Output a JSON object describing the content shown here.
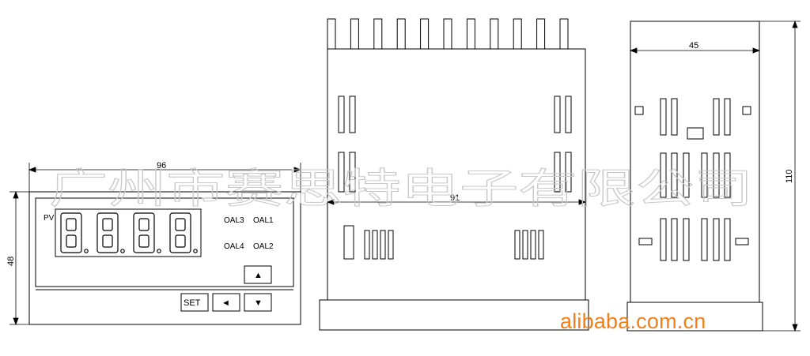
{
  "front_view": {
    "width_label": "96",
    "height_label": "48",
    "pv_label": "PV",
    "display_digits": [
      "8.",
      "8.",
      "8.",
      "8."
    ],
    "indicators": [
      "OAL3",
      "OAL1",
      "OAL4",
      "OAL2"
    ],
    "buttons": {
      "up": "▲",
      "set": "SET",
      "left": "◄",
      "down": "▼"
    }
  },
  "side_view": {
    "depth_label": "91"
  },
  "rear_view": {
    "width_label": "45",
    "height_label": "110"
  },
  "watermark": "广州市赛思特电子有限公司",
  "brand": "alibaba.com.cn",
  "colors": {
    "brand": "#f07f1a",
    "line": "#000000",
    "watermark": "#c8c8c8"
  }
}
